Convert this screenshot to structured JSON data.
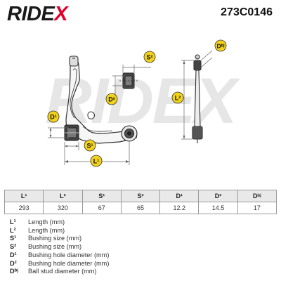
{
  "header": {
    "brand_prefix": "RIDE",
    "brand_suffix": "X",
    "part_number": "273C0146"
  },
  "drawing": {
    "watermark": "RIDEX",
    "labels": {
      "s2": "S²",
      "d2": "D²",
      "d1": "D¹",
      "s1": "S¹",
      "l1": "L¹",
      "l2": "L²",
      "dbj": "Dᵇʲ"
    }
  },
  "spec_table": {
    "headers": [
      "L¹",
      "L²",
      "S¹",
      "S²",
      "D¹",
      "D²",
      "Dᵇʲ"
    ],
    "values": [
      "293",
      "320",
      "67",
      "65",
      "12.2",
      "14.5",
      "17"
    ]
  },
  "legend": [
    {
      "code": "L¹",
      "text": "Length (mm)"
    },
    {
      "code": "L²",
      "text": "Length (mm)"
    },
    {
      "code": "S¹",
      "text": "Bushing size (mm)"
    },
    {
      "code": "S²",
      "text": "Bushing size (mm)"
    },
    {
      "code": "D¹",
      "text": "Bushing hole diameter (mm)"
    },
    {
      "code": "D²",
      "text": "Bushing hole diameter (mm)"
    },
    {
      "code": "Dᵇʲ",
      "text": "Ball stud diameter (mm)"
    }
  ],
  "colors": {
    "brand_red": "#e4002b",
    "badge_yellow": "#f2d21b",
    "table_header": "#e9e9e9"
  }
}
